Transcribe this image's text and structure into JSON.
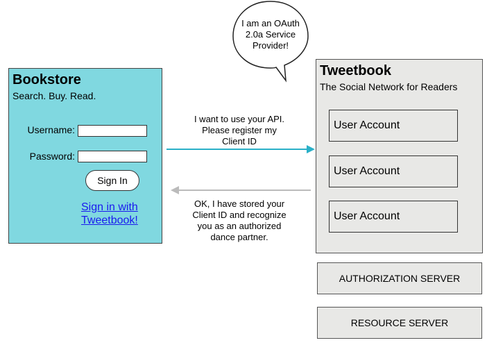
{
  "bookstore": {
    "title": "Bookstore",
    "tagline": "Search. Buy. Read.",
    "username_label": "Username:",
    "password_label": "Password:",
    "signin_label": "Sign In",
    "tweetbook_link": "Sign in with Tweetbook!",
    "bg_color": "#80d8e0"
  },
  "tweetbook": {
    "title": "Tweetbook",
    "tagline": "The Social Network for Readers",
    "accounts": [
      "User Account",
      "User Account",
      "User Account"
    ],
    "bg_color": "#e8e8e6"
  },
  "servers": {
    "authorization": "AUTHORIZATION SERVER",
    "resource": "RESOURCE SERVER"
  },
  "speech_bubble": {
    "lines": [
      "I am an OAuth",
      "2.0a Service",
      "Provider!"
    ]
  },
  "messages": {
    "request": {
      "lines": [
        "I want to use your API.",
        "Please register my",
        "Client ID"
      ],
      "arrow_color": "#2ab0c8"
    },
    "response": {
      "lines": [
        "OK, I have stored your",
        "Client ID and recognize",
        "you as an authorized",
        "dance partner."
      ],
      "arrow_color": "#bbbbbb"
    }
  }
}
